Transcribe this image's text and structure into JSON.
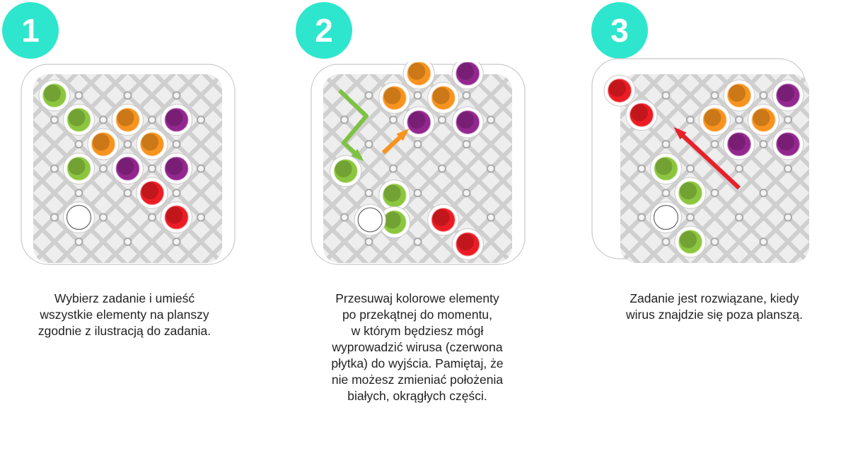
{
  "steps": [
    {
      "number": "1",
      "text": "Wybierz zadanie i umieść\nwszystkie elementy na planszy\nzgodnie z ilustracją do zadania."
    },
    {
      "number": "2",
      "text": "Przesuwaj kolorowe elementy\npo przekątnej do momentu,\nw którym będziesz mógł\nwyprowadzić wirusa (czerwona\npłytka) do wyjścia. Pamiętaj, że\nnie możesz zmieniać położenia\nbiałych, okrągłych części."
    },
    {
      "number": "3",
      "text": "Zadanie jest rozwiązane, kiedy\nwirus znajdzie się poza planszą."
    }
  ],
  "colors": {
    "badge": "#2ee6cd",
    "green": "#8cc63f",
    "orange": "#f7931e",
    "purple": "#93278f",
    "red": "#ed1c24",
    "white": "#ffffff"
  }
}
